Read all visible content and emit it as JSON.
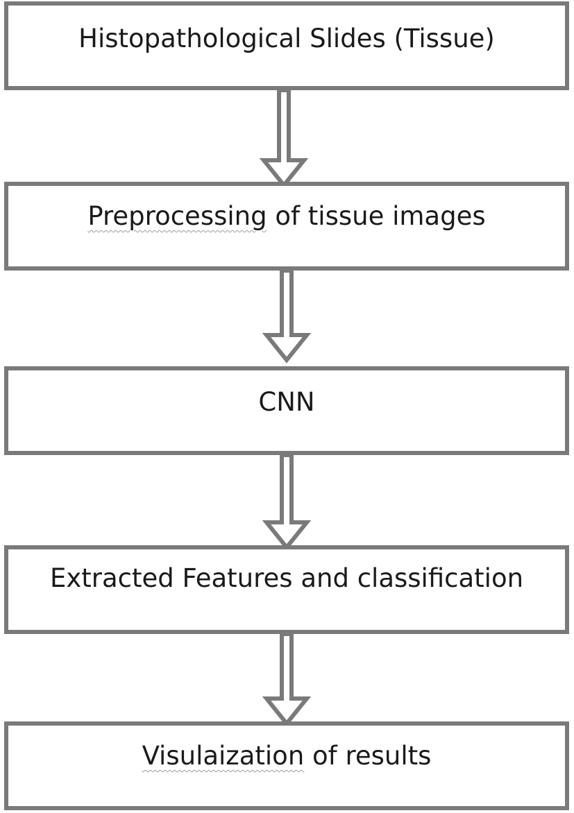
{
  "flowchart": {
    "steps": [
      {
        "label": "Histopathological Slides (Tissue)"
      },
      {
        "label_part1": "Preprocessing",
        "label_part2": " of tissue images"
      },
      {
        "label": "CNN"
      },
      {
        "label": "Extracted Features and classification"
      },
      {
        "label_part1": "Visulaization",
        "label_part2": " of results"
      }
    ],
    "colors": {
      "border": "#7a7a7a",
      "text": "#1a1a1a",
      "background": "#ffffff"
    }
  }
}
